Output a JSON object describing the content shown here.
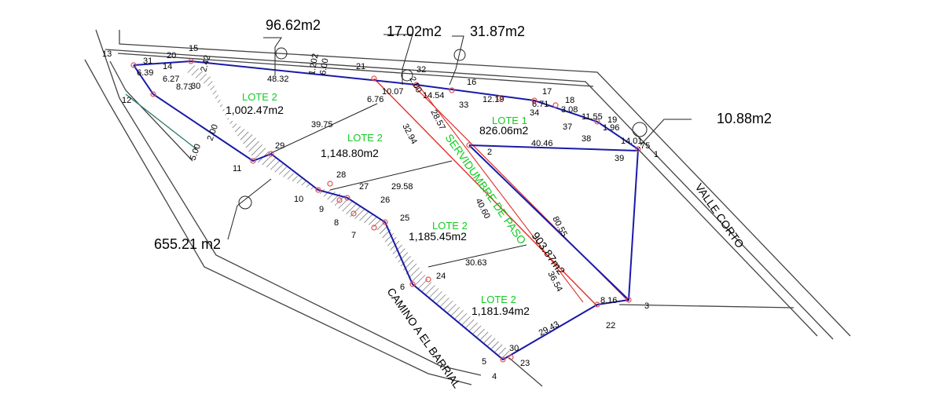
{
  "callouts": {
    "a_96": "96.62m2",
    "a_17": "17.02m2",
    "a_31": "31.87m2",
    "a_10": "10.88m2",
    "a_655": "655.21  m2"
  },
  "lotes": {
    "l2a_name": "LOTE 2",
    "l2a_area": "1,002.47m2",
    "l2b_name": "LOTE 2",
    "l2b_area": "1,148.80m2",
    "l1_name": "LOTE 1",
    "l1_area": "826.06m2",
    "l2c_name": "LOTE 2",
    "l2c_area": "1,185.45m2",
    "l2d_name": "LOTE 2",
    "l2d_area": "1,181.94m2"
  },
  "roads": {
    "valle": "VALLE CORTO",
    "camino": "CAMINO A EL BARRIAL",
    "servidumbre": "SERVIDUMBRE DE PASO",
    "serv_area": "903.87m2"
  },
  "dims": {
    "d4832": "48.32",
    "d3975": "39.75",
    "d2958": "29.58",
    "d3063": "30.63",
    "d2943": "29.43",
    "d3294": "32.94",
    "d4060": "40.60",
    "d3654": "36.54",
    "d2857": "28.57",
    "d8055": "80.55",
    "d4046": "40.46",
    "d1007": "10.07",
    "d1454": "14.54",
    "d1219": "12.19",
    "d671": "6.71",
    "d308": "3.08",
    "d1155": "11.55",
    "d196": "1.96",
    "d1401": "14.01",
    "d816": "8.16",
    "d676": "6.76",
    "d627": "6.27",
    "d873": "8.73",
    "d639": "6.39",
    "d242": "2.42",
    "d1202": "1.202",
    "d200": "2.00",
    "d600": "6.00",
    "d500": "5.00",
    "d2": "2.00",
    "d75": ".75"
  },
  "points": {
    "p1": "1",
    "p2": "2",
    "p3": "3",
    "p4": "4",
    "p5": "5",
    "p6": "6",
    "p7": "7",
    "p8": "8",
    "p9": "9",
    "p10": "10",
    "p11": "11",
    "p12": "12",
    "p13": "13",
    "p14": "14",
    "p15": "15",
    "p16": "16",
    "p17": "17",
    "p18": "18",
    "p19": "19",
    "p20": "20",
    "p21": "21",
    "p22": "22",
    "p23": "23",
    "p24": "24",
    "p25": "25",
    "p26": "26",
    "p27": "27",
    "p28": "28",
    "p29": "29",
    "p30": "30",
    "p30b": "30",
    "p31": "31",
    "p32": "32",
    "p33": "33",
    "p34": "34",
    "p37": "37",
    "p38": "38",
    "p39": "39"
  },
  "colors": {
    "boundary": "#1a1aa8",
    "servidumbre": "#e0302a",
    "lote_label": "#11cc22",
    "vertex": "#e05050",
    "linework": "#444444"
  }
}
